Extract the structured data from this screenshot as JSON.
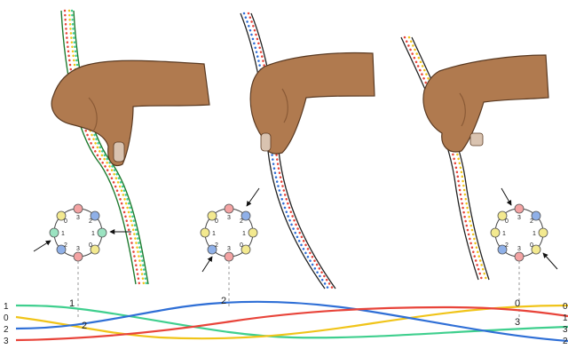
{
  "colors": {
    "red": "#e8443a",
    "green": "#3fcf8e",
    "yellow": "#f0c419",
    "blue": "#2f6fd6",
    "dark_green": "#1f7a2e",
    "skin": "#b07a4f",
    "skin_shadow": "#8a5a36",
    "nail": "#d9c3b0",
    "node_red": "#f4a3a3",
    "node_blue": "#8fb0e8",
    "node_yellow": "#f3e98f",
    "node_green": "#9be3c1",
    "guide": "#999999"
  },
  "panels": [
    {
      "dial_numbers": [
        "0",
        "3",
        "2",
        "1",
        "1",
        "2",
        "3",
        "0"
      ],
      "divider_label_top": "1",
      "divider_label_bottom": "2"
    },
    {
      "dial_numbers": [
        "0",
        "3",
        "2",
        "1",
        "1",
        "2",
        "3",
        "0"
      ],
      "divider_label_top": "2",
      "divider_label_bottom": ""
    },
    {
      "dial_numbers": [
        "0",
        "3",
        "2",
        "1",
        "1",
        "2",
        "3",
        "0"
      ],
      "divider_label_top": "0",
      "divider_label_bottom": "3"
    }
  ],
  "left_axis_labels": [
    "1",
    "0",
    "2",
    "3"
  ],
  "right_axis_labels": [
    "0",
    "1",
    "3",
    "2"
  ]
}
